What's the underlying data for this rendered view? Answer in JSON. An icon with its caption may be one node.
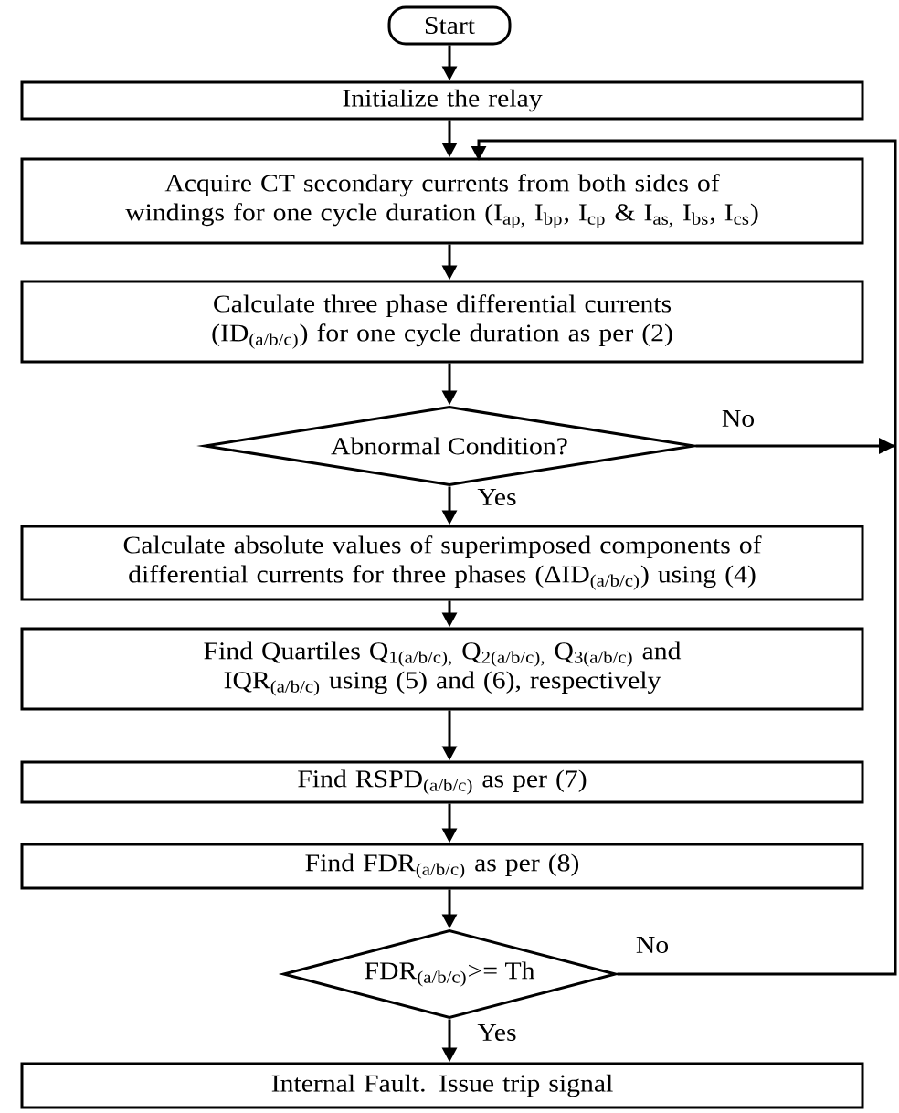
{
  "diagram": {
    "nodes": [
      {
        "text": [
          "Start"
        ]
      },
      {
        "text": [
          "Initialize the relay"
        ]
      },
      {
        "text": [
          "Acquire CT secondary currents from both sides of windings for one cycle duration (I$_{ap,}$ I$_{bp}$, I$_{cp}$ & I$_{as,}$ I$_{bs}$, I$_{cs}$)"
        ]
      },
      {
        "text": [
          "Calculate three phase differential currents (ID$_{(a/b/c)}$) for one cycle duration as per (2)"
        ]
      },
      {
        "text": [
          "Abnormal Condition?"
        ]
      },
      {
        "text": [
          "Calculate absolute values of superimposed components of differential currents for three phases (ΔID$_{(a/b/c)}$) using (4)"
        ]
      },
      {
        "text": [
          "Find Quartiles Q$_{1(a/b/c),}$ Q$_{2(a/b/c),}$ Q$_{3(a/b/c)}$ and IQR$_{(a/b/c)}$ using (5) and (6), respectively"
        ]
      },
      {
        "text": [
          "Find RSPD$_{(a/b/c)}$ as per (7)"
        ]
      },
      {
        "text": [
          "Find FDR$_{(a/b/c)}$ as per (8)"
        ]
      },
      {
        "text": [
          "FDR$_{(a/b/c)}$>= Th"
        ]
      },
      {
        "text": [
          "Internal Fault. Issue trip signal"
        ]
      }
    ],
    "edges": [
      {
        "from": 0,
        "to": 1,
        "arrow": "to"
      },
      {
        "from": 1,
        "to": 2,
        "arrow": "to"
      },
      {
        "from": 2,
        "to": 3,
        "arrow": "to"
      },
      {
        "from": 3,
        "to": 4,
        "arrow": "to"
      },
      {
        "from": 4,
        "to": 5,
        "arrow": "to",
        "label": "Yes"
      },
      {
        "from": 4,
        "to": 2,
        "arrow": "to",
        "label": "No"
      },
      {
        "from": 5,
        "to": 6,
        "arrow": "to"
      },
      {
        "from": 6,
        "to": 7,
        "arrow": "to"
      },
      {
        "from": 7,
        "to": 8,
        "arrow": "to"
      },
      {
        "from": 8,
        "to": 9,
        "arrow": "to"
      },
      {
        "from": 9,
        "to": 10,
        "arrow": "to",
        "label": "Yes"
      },
      {
        "from": 9,
        "to": 2,
        "arrow": "to",
        "label": "No"
      }
    ]
  }
}
